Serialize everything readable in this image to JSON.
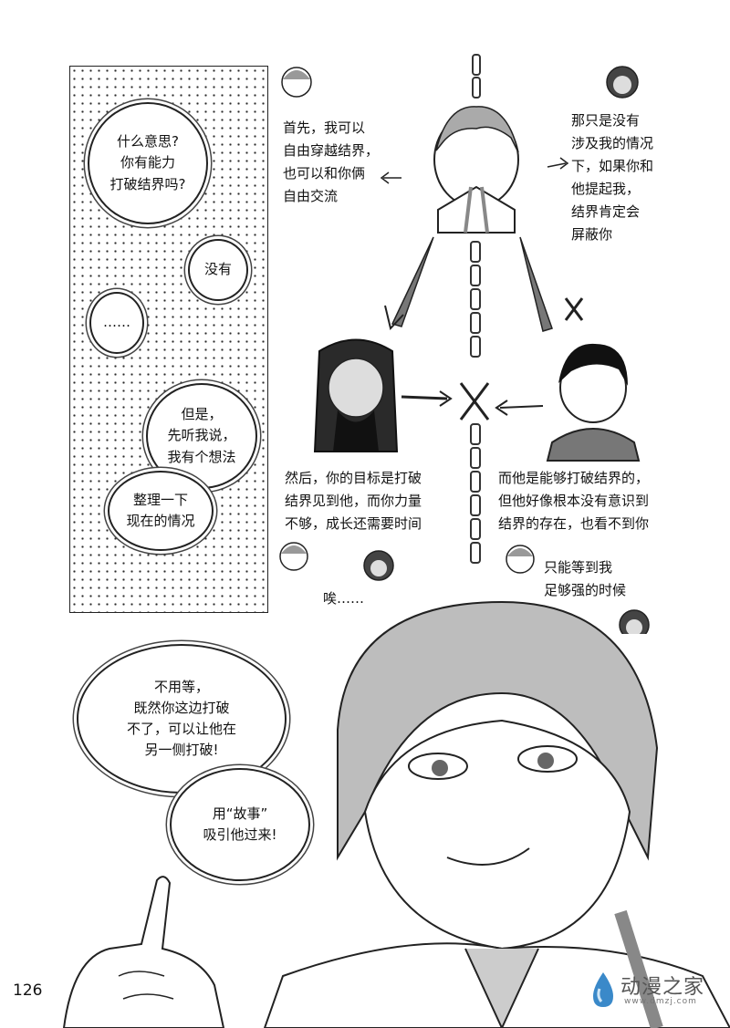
{
  "left_panel": {
    "bubbles": [
      "什么意思?\n你有能力\n打破结界吗?",
      "没有",
      "……",
      "但是，\n先听我说，\n我有个想法",
      "整理一下\n现在的情况"
    ]
  },
  "diagram": {
    "top_left_text": "首先，我可以\n自由穿越结界，\n也可以和你俩\n自由交流",
    "top_right_text": "那只是没有\n涉及我的情况\n下，如果你和\n他提起我，\n结界肯定会\n屏蔽你",
    "mid_left_text": "然后，你的目标是打破\n结界见到他，而你力量\n不够，成长还需要时间",
    "mid_right_text": "而他是能够打破结界的，\n但他好像根本没有意识到\n结界的存在，也看不到你",
    "sigh_text": "唉……",
    "wait_text": "只能等到我\n足够强的时候"
  },
  "bottom": {
    "bubble1": "不用等，\n既然你这边打破\n不了，可以让他在\n另一侧打破!",
    "bubble2": "用“故事”\n吸引他过来!"
  },
  "page_number": "126",
  "watermark": {
    "name": "动漫之家",
    "url": "www.dmzj.com"
  }
}
